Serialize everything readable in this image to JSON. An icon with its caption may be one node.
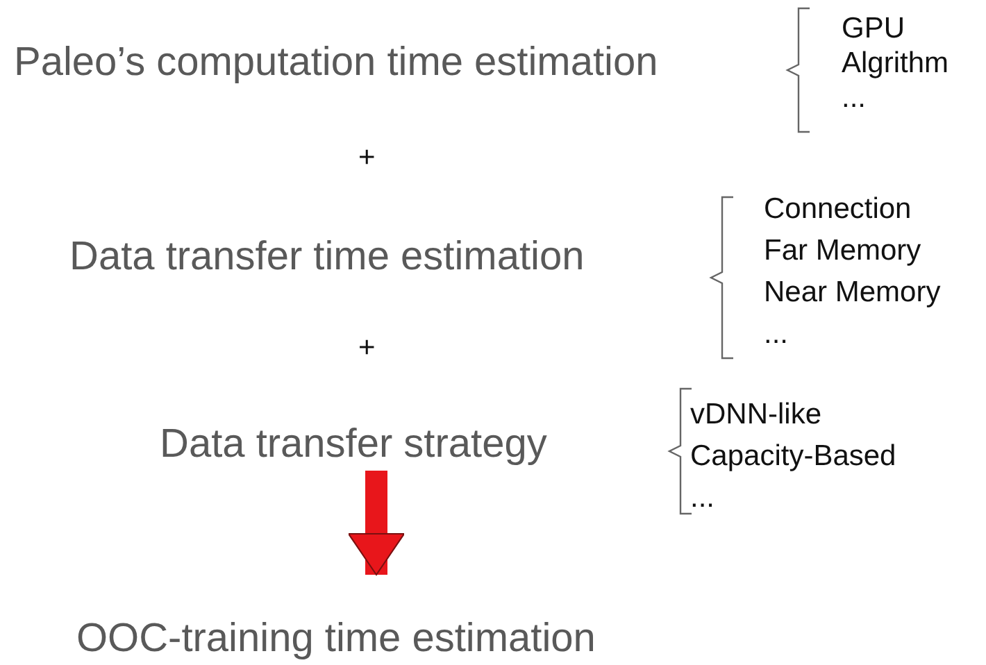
{
  "diagram": {
    "nodes": [
      {
        "text": [
          "Data transfer strategy"
        ]
      },
      {
        "text": [
          "OOC-training time estimation"
        ]
      }
    ],
    "edges": [
      {
        "from": 0,
        "to": 1,
        "arrow": "to",
        "color": "#e8161b"
      }
    ],
    "labels": [
      "Paleo’s computation time estimation",
      "GPU",
      "Algrithm",
      "...",
      "+",
      "Data transfer time estimation",
      "Connection",
      "Far Memory",
      "Near Memory",
      "...",
      "+",
      "vDNN-like",
      "Capacity-Based",
      "..."
    ]
  }
}
